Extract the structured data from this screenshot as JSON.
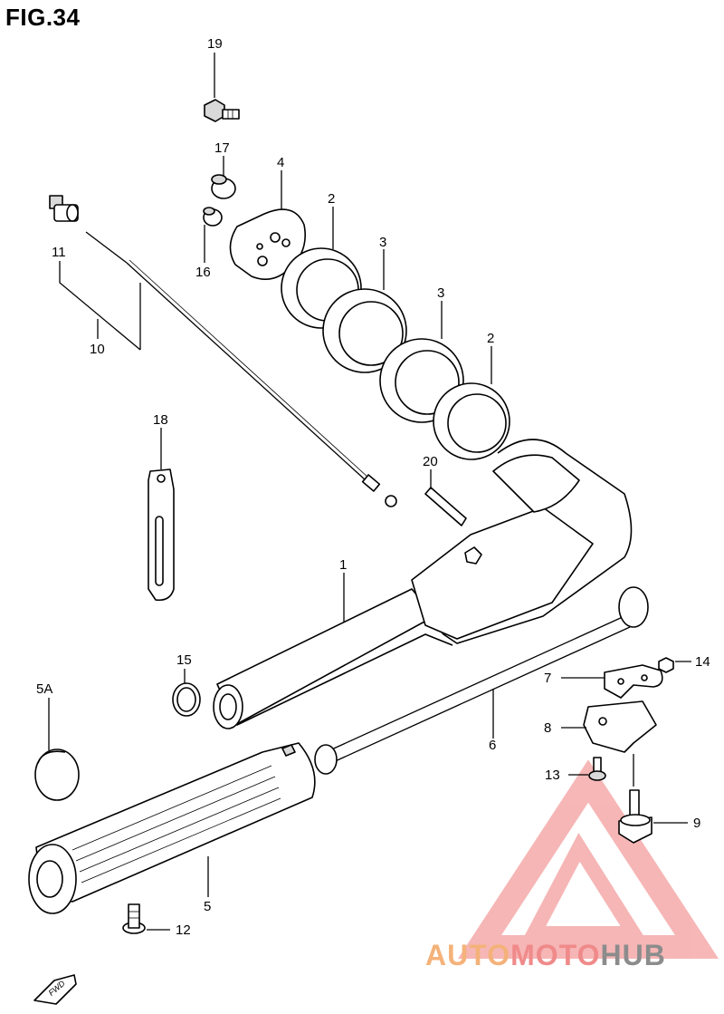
{
  "figure": {
    "title": "FIG.34"
  },
  "callouts": {
    "p1": "1",
    "p2a": "2",
    "p2b": "2",
    "p3a": "3",
    "p3b": "3",
    "p4": "4",
    "p5": "5",
    "p5a": "5A",
    "p6": "6",
    "p7": "7",
    "p8": "8",
    "p9": "9",
    "p10": "10",
    "p11": "11",
    "p12": "12",
    "p13": "13",
    "p14": "14",
    "p15": "15",
    "p16": "16",
    "p17": "17",
    "p18": "18",
    "p19": "19",
    "p20": "20"
  },
  "direction_marker": {
    "text": "FWD"
  },
  "watermark": {
    "part1": "AUTO",
    "part2": "MOTO",
    "part3": "HUB",
    "colors": [
      "#f4b27a",
      "#f08a8a",
      "#8c8c8c"
    ]
  }
}
